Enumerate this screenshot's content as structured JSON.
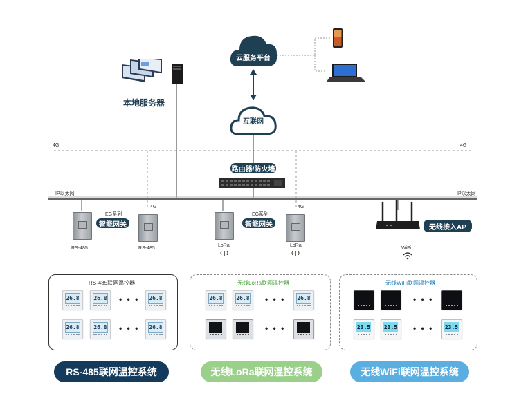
{
  "cloud": {
    "label": "云服务平台"
  },
  "internet": {
    "label": "互联网"
  },
  "local_server": {
    "label": "本地服务器"
  },
  "router": {
    "label": "路由器/防火墙"
  },
  "network": {
    "ip_left": "IP以太网",
    "ip_right": "IP以太网",
    "signal_4g": "4G"
  },
  "gateways": {
    "group_label": "EG系列",
    "gateway_label": "智能网关",
    "rs485": "RS-485",
    "lora": "LoRa",
    "wifi": "WiFi"
  },
  "wireless_ap": {
    "label": "无线接入AP"
  },
  "groups": {
    "rs485": {
      "title": "RS-485联网温控器",
      "system": "RS-485联网温控系统",
      "readout": "26.8"
    },
    "lora": {
      "title": "无线LoRa联网温控器",
      "system": "无线LoRa联网温控系统",
      "readout": "26.8"
    },
    "wifi": {
      "title": "无线WiFi联网温控器",
      "system": "无线WiFi联网温控系统",
      "readout": "23.5"
    }
  },
  "ellipsis": "• • •",
  "colors": {
    "network_dark": "#1f3f52",
    "rs485_pill": "#143a5c",
    "lora_pill": "#9bd08a",
    "wifi_pill": "#5aaee0",
    "lora_title": "#4aa33e",
    "wifi_title": "#2e7fb8"
  },
  "icons": [
    "cloud-icon",
    "phone-icon",
    "laptop-icon",
    "monitor-icon",
    "tower-server-icon",
    "switch-icon",
    "router-icon",
    "antenna-icon",
    "wifi-icon",
    "signal-icon",
    "thermostat-icon"
  ]
}
